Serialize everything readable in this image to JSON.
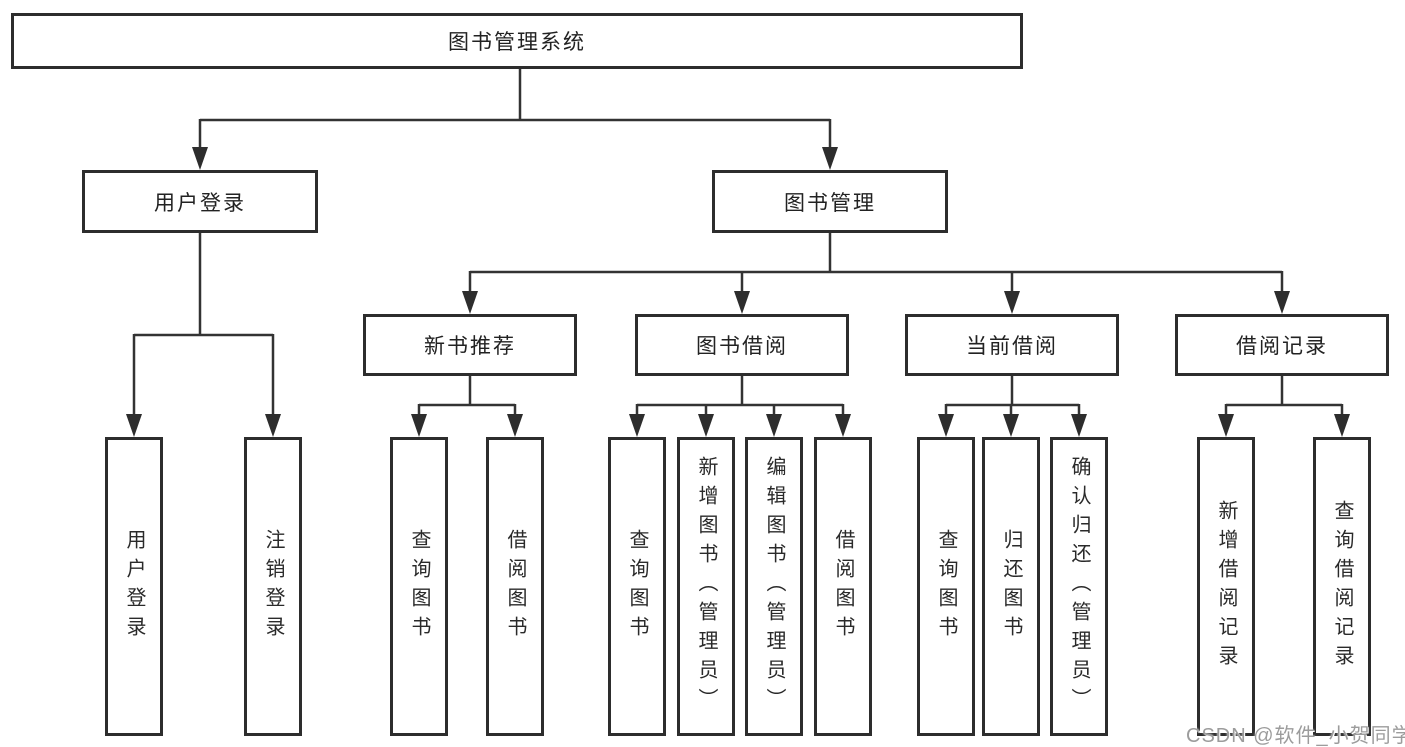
{
  "diagram": {
    "title": {
      "label": "图书管理系统"
    },
    "level2": [
      {
        "label": "用户登录"
      },
      {
        "label": "图书管理"
      }
    ],
    "level3": [
      {
        "label": "新书推荐"
      },
      {
        "label": "图书借阅"
      },
      {
        "label": "当前借阅"
      },
      {
        "label": "借阅记录"
      }
    ],
    "groups": [
      {
        "parent": "用户登录",
        "children": [
          "用户登录",
          "注销登录"
        ]
      },
      {
        "parent": "新书推荐",
        "children": [
          "查询图书",
          "借阅图书"
        ]
      },
      {
        "parent": "图书借阅",
        "children": [
          "查询图书",
          "新增图书（管理员）",
          "编辑图书（管理员）",
          "借阅图书"
        ]
      },
      {
        "parent": "当前借阅",
        "children": [
          "查询图书",
          "归还图书",
          "确认归还（管理员）"
        ]
      },
      {
        "parent": "借阅记录",
        "children": [
          "新增借阅记录",
          "查询借阅记录"
        ]
      }
    ],
    "watermark": "CSDN @软件_小贺同学",
    "colors": {
      "line": "#333333",
      "border": "#2d2d2d",
      "text": "#222222",
      "watermark": "#9c9c9c",
      "background": "#ffffff"
    }
  }
}
